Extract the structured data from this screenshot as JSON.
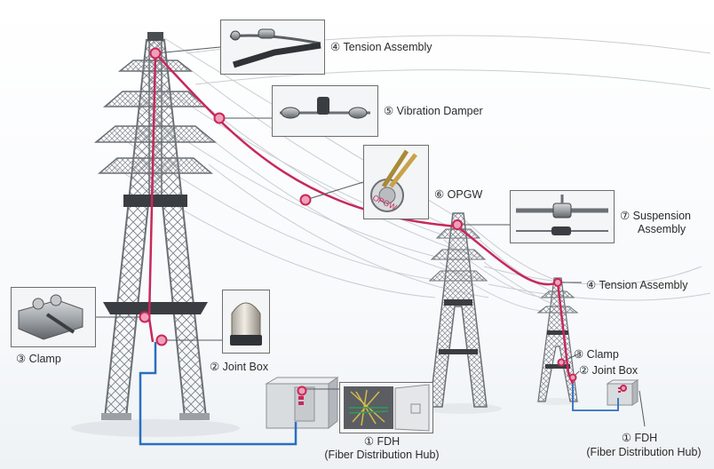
{
  "components": {
    "tension_top": "④ Tension Assembly",
    "vibration_damper": "⑤ Vibration Damper",
    "opgw": "⑥ OPGW",
    "suspension": [
      "⑦ Suspension",
      "Assembly"
    ],
    "tension_right": "④ Tension Assembly",
    "clamp_left": "③ Clamp",
    "joint_box_left": "② Joint Box",
    "fdh_center": [
      "① FDH",
      "(Fiber Distribution Hub)"
    ],
    "clamp_right": "③ Clamp",
    "joint_box_right": "② Joint Box",
    "fdh_right": [
      "① FDH",
      "(Fiber Distribution Hub)"
    ]
  },
  "thumb_text": {
    "opgw_cable": "OPGW"
  },
  "colors": {
    "opgw_line": "#c8285a",
    "ground_cable": "#2a6fc0",
    "node_fill": "#f0a0b8",
    "steel": "#6b7076",
    "frame": "#6d6d6d"
  },
  "icons": [
    "tension-clamp-icon",
    "vibration-damper-icon",
    "opgw-cable-icon",
    "suspension-clamp-icon",
    "ground-clamp-icon",
    "joint-box-icon",
    "fdh-cabinet-icon"
  ]
}
